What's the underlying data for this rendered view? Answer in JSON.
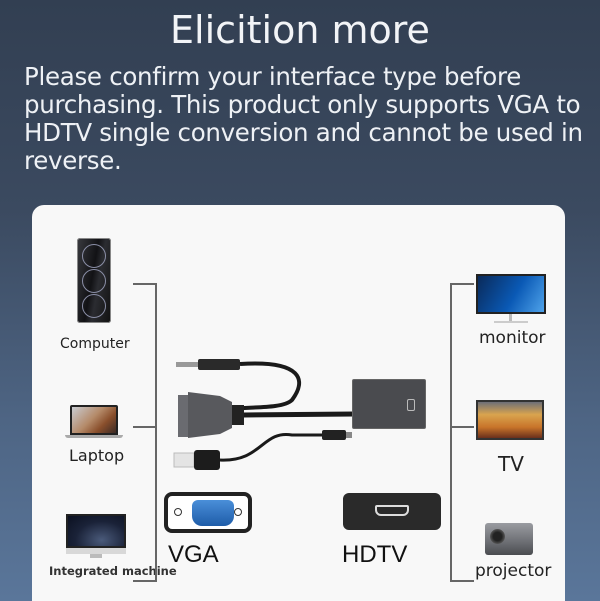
{
  "header": {
    "title": "Elicition more",
    "description": "Please confirm your interface type before purchasing. This product only supports VGA to HDTV single conversion and cannot be used in reverse."
  },
  "diagram": {
    "sources": [
      {
        "label": "Computer",
        "icon": "computer-tower-icon"
      },
      {
        "label": "Laptop",
        "icon": "laptop-icon"
      },
      {
        "label": "Integrated machine",
        "icon": "all-in-one-pc-icon"
      }
    ],
    "targets": [
      {
        "label": "monitor",
        "icon": "monitor-icon"
      },
      {
        "label": "TV",
        "icon": "tv-icon"
      },
      {
        "label": "projector",
        "icon": "projector-icon"
      }
    ],
    "product": {
      "icon": "vga-to-hdmi-adapter-cable-icon"
    },
    "ports": [
      {
        "label": "VGA",
        "icon": "vga-port-icon",
        "color": "#2f74c8"
      },
      {
        "label": "HDTV",
        "icon": "hdmi-port-icon",
        "color": "#2a2a2a"
      }
    ]
  },
  "colors": {
    "background_top": "#323f52",
    "background_bottom": "#5a769a",
    "card": "#f8f8f8"
  }
}
